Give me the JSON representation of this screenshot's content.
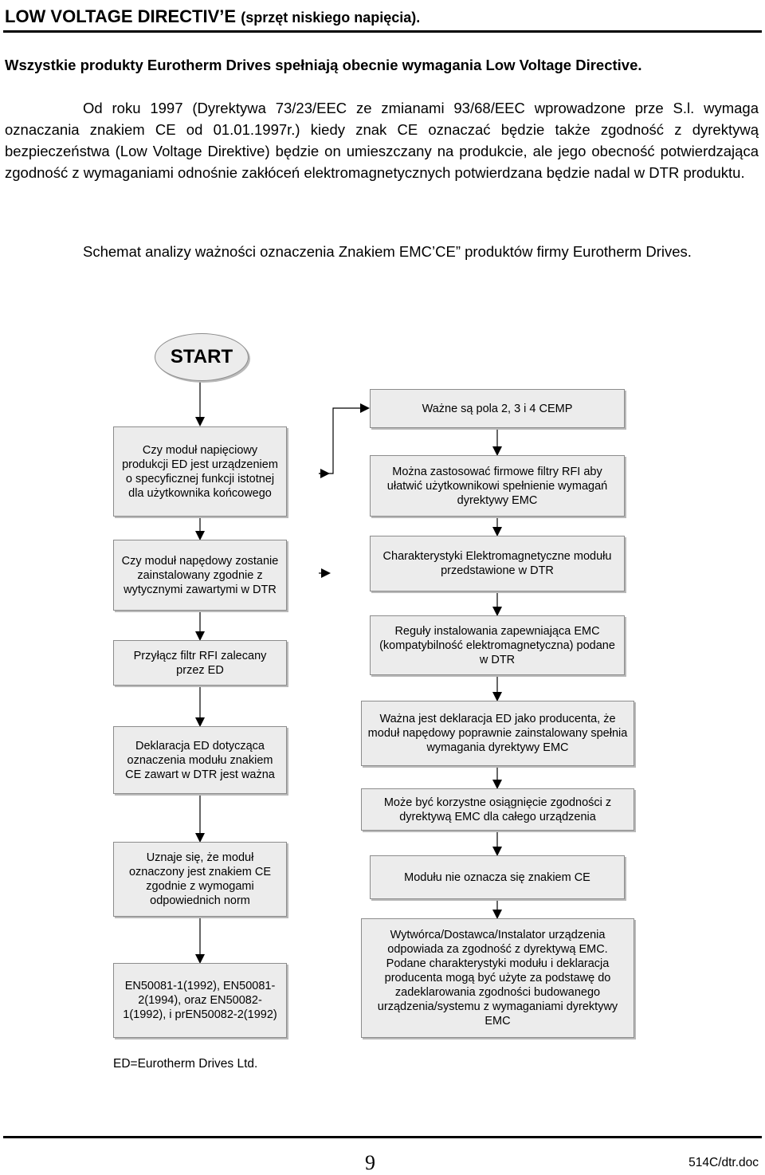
{
  "header": {
    "title": "LOW VOLTAGE DIRECTIV’E",
    "subtitle": "(sprzęt niskiego napięcia)."
  },
  "intro": {
    "bold_line": "Wszystkie produkty Eurotherm Drives spełniają obecnie wymagania Low Voltage Directive.",
    "paragraph": "Od roku 1997 (Dyrektywa 73/23/EEC ze zmianami 93/68/EEC wprowadzone prze S.l. wymaga oznaczania znakiem CE od 01.01.1997r.) kiedy znak CE oznaczać będzie także zgodność z dyrektywą bezpieczeństwa (Low Voltage Direktive) będzie on umieszczany na produkcie, ale jego obecność potwierdzająca zgodność z wymaganiami odnośnie zakłóceń elektromagnetycznych potwierdzana będzie nadal w DTR produktu.",
    "schema_caption": "Schemat analizy ważności oznaczenia Znakiem EMC’CE” produktów firmy Eurotherm Drives."
  },
  "flowchart": {
    "start_label": "START",
    "left_boxes": [
      "Czy moduł napięciowy produkcji ED jest urządzeniem o specyficznej funkcji istotnej dla użytkownika końcowego",
      "Czy moduł napędowy zostanie zainstalowany zgodnie z wytycznymi zawartymi w DTR",
      "Przyłącz filtr RFI zalecany przez ED",
      "Deklaracja ED dotycząca oznaczenia modułu znakiem CE zawart w DTR jest ważna",
      "Uznaje się, że moduł oznaczony jest znakiem CE zgodnie z wymogami odpowiednich norm",
      "EN50081-1(1992), EN50081-2(1994), oraz EN50082-1(1992), i prEN50082-2(1992)"
    ],
    "right_boxes": [
      "Ważne są pola 2, 3 i 4 CEMP",
      "Można zastosować firmowe filtry RFI aby ułatwić użytkownikowi spełnienie wymagań dyrektywy EMC",
      "Charakterystyki Elektromagnetyczne modułu przedstawione w DTR",
      "Reguły instalowania zapewniająca EMC (kompatybilność elektromagnetyczna) podane w DTR",
      "Ważna jest deklaracja ED jako producenta, że moduł napędowy poprawnie zainstalowany spełnia wymagania dyrektywy EMC",
      "Może być korzystne osiągnięcie zgodności z dyrektywą EMC dla całego urządzenia",
      "Modułu nie oznacza się znakiem CE",
      "Wytwórca/Dostawca/Instalator urządzenia odpowiada za zgodność z dyrektywą EMC. Podane charakterystyki modułu i deklaracja producenta mogą być użyte za podstawę do zadeklarowania zgodności budowanego urządzenia/systemu z wymaganiami dyrektywy EMC"
    ]
  },
  "footnote": "ED=Eurotherm Drives Ltd.",
  "footer": {
    "page_number": "9",
    "doc_ref": "514C/dtr.doc"
  }
}
